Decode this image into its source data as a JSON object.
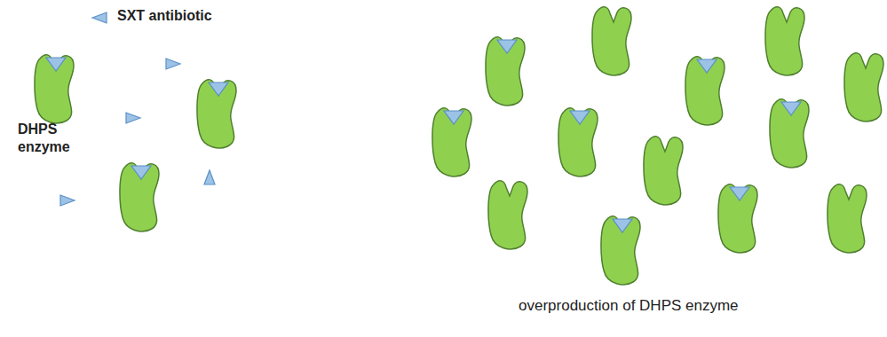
{
  "diagram": {
    "labels": [
      "SXT antibiotic",
      "DHPS enzyme",
      "overproduction of DHPS enzyme"
    ]
  }
}
